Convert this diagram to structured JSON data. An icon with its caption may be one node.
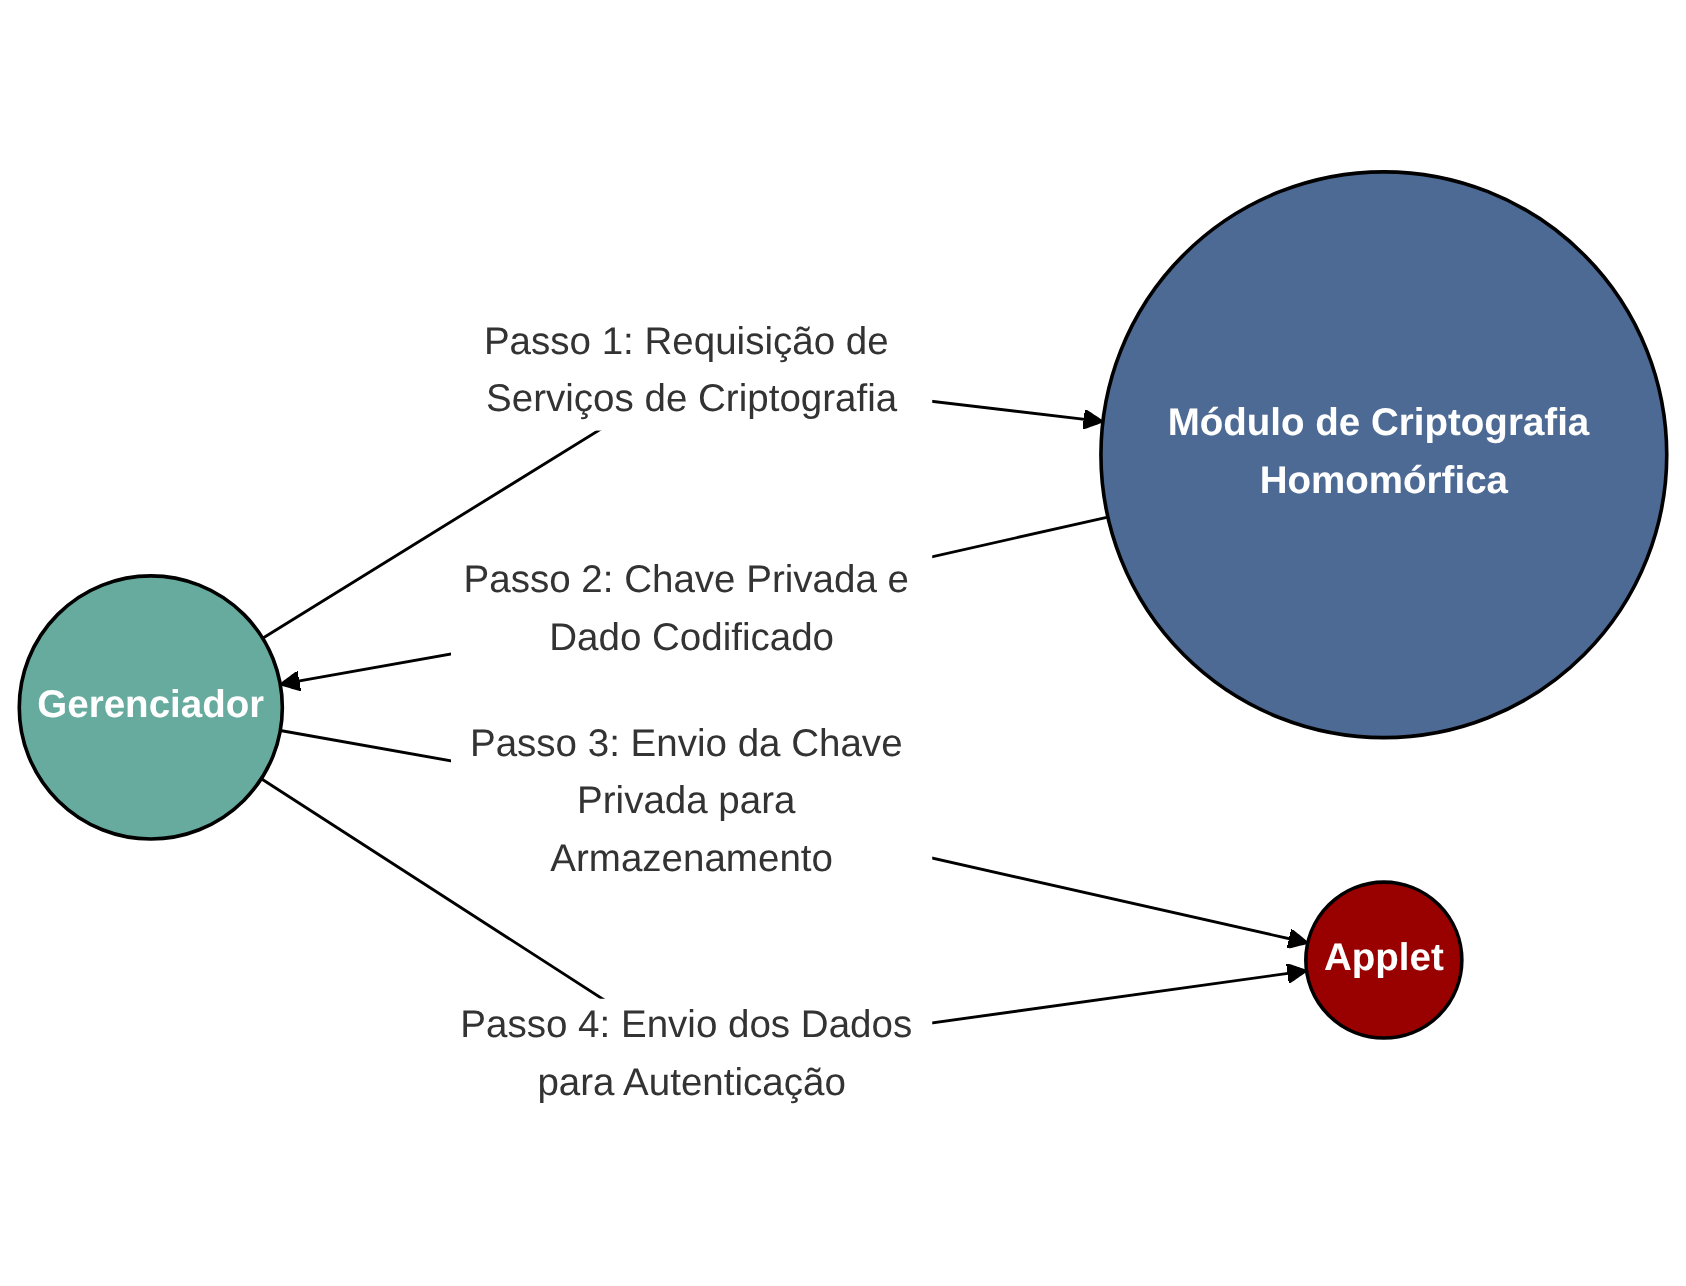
{
  "diagram": {
    "nodes": [
      {
        "text": [
          "Gerenciador"
        ]
      },
      {
        "text": [
          "Módulo de Criptografia Homomórfica"
        ]
      },
      {
        "text": [
          "Applet"
        ]
      }
    ],
    "edges": [
      {
        "from": 0,
        "to": 1,
        "arrow": "to",
        "label": "Passo 1: Requisição de Serviços de Criptografia"
      },
      {
        "from": 1,
        "to": 0,
        "arrow": "to",
        "label": "Passo 2: Chave Privada e Dado Codificado"
      },
      {
        "from": 0,
        "to": 2,
        "arrow": "to",
        "label": "Passo 3: Envio da Chave Privada para Armazenamento"
      },
      {
        "from": 0,
        "to": 2,
        "arrow": "to",
        "label": "Passo 4: Envio dos Dados para Autenticação"
      }
    ]
  }
}
